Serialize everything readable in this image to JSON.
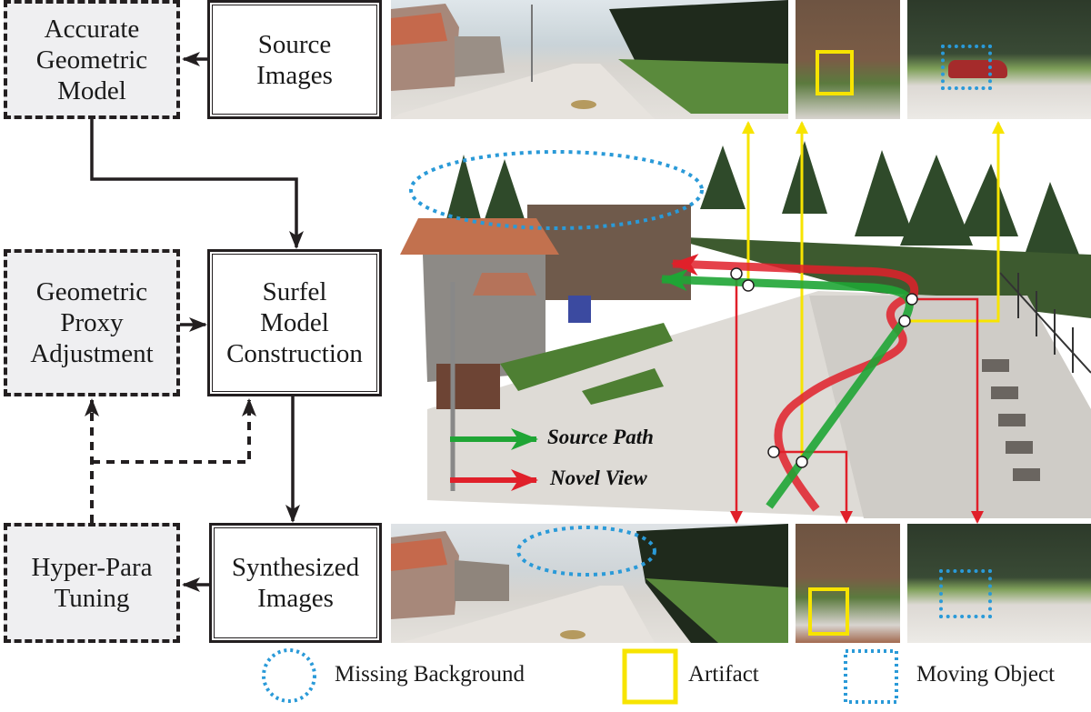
{
  "flowchart": {
    "accurate_geometric_model": "Accurate\nGeometric\nModel",
    "source_images": "Source\nImages",
    "geometric_proxy_adjustment": "Geometric\nProxy\nAdjustment",
    "surfel_model_construction": "Surfel\nModel\nConstruction",
    "hyper_para_tuning": "Hyper-Para\nTuning",
    "synthesized_images": "Synthesized\nImages"
  },
  "scene": {
    "source_path_label": "Source Path",
    "novel_view_label": "Novel View"
  },
  "legend": {
    "missing_background": "Missing Background",
    "artifact": "Artifact",
    "moving_object": "Moving Object"
  },
  "colors": {
    "source_path": "#1fa535",
    "novel_view": "#e0202a",
    "artifact": "#f7e400",
    "missing_moving": "#2a9ad8",
    "box_stroke": "#231f20",
    "dashed_fill": "#efeff1"
  }
}
